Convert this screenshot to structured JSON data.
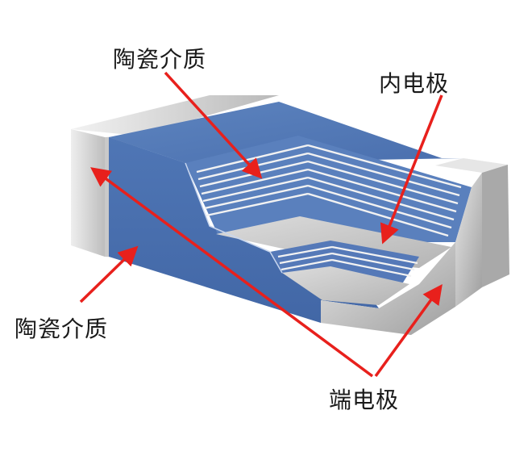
{
  "labels": {
    "ceramic_dielectric_top": "陶瓷介质",
    "inner_electrode": "内电极",
    "ceramic_dielectric_left": "陶瓷介质",
    "terminal_electrode": "端电极"
  },
  "colors": {
    "ceramic_blue": "#4f77b3",
    "ceramic_blue_light": "#6f92c8",
    "electrode_gray": "#cfcfcf",
    "arrow_red": "#e8201c",
    "stripe_white": "#f2f2f2"
  }
}
